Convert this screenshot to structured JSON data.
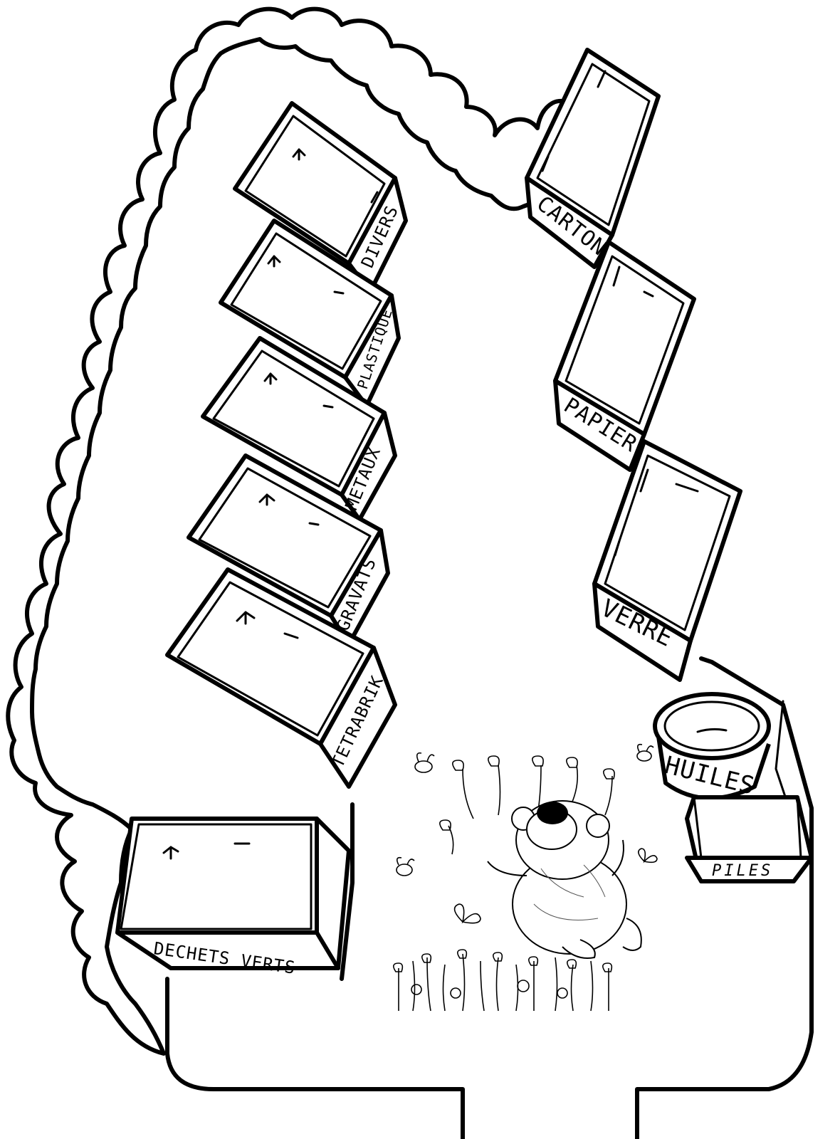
{
  "bins": {
    "divers": "DIVERS",
    "plastique": "PLASTIQUE",
    "metaux": "METAUX",
    "gravats": "GRAVATS",
    "tetrabrik": "TETRABRIK",
    "dechets_verts": "DECHETS VERTS",
    "carton": "CARTON",
    "papier": "PAPIER",
    "verre": "VERRE",
    "huiles": "HUILES",
    "piles": "PILES"
  }
}
